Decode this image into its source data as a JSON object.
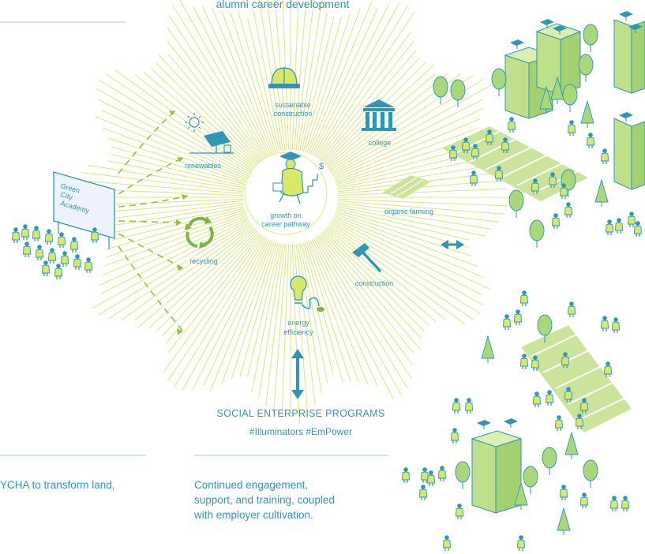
{
  "header": {
    "text": "alumni career development"
  },
  "hub": {
    "line1": "growth on",
    "line2": "career pathway"
  },
  "spokes": [
    {
      "id": "sustainable-construction",
      "line1": "sustainable",
      "line2": "construction"
    },
    {
      "id": "college",
      "line1": "college",
      "line2": ""
    },
    {
      "id": "renewables",
      "line1": "renewables",
      "line2": ""
    },
    {
      "id": "organic-farming",
      "line1": "organic farming",
      "line2": ""
    },
    {
      "id": "recycling",
      "line1": "recycling",
      "line2": ""
    },
    {
      "id": "construction",
      "line1": "construction",
      "line2": ""
    },
    {
      "id": "energy-efficiency",
      "line1": "energy",
      "line2": "efficiency"
    }
  ],
  "academy_sign": {
    "lines": [
      "Green",
      "City",
      "Academy"
    ]
  },
  "programs": {
    "title": "SOCIAL ENTERPRISE PROGRAMS",
    "tags": "#Illuminators #EmPower"
  },
  "captions": {
    "left": "YCHA to transform land,",
    "middle": [
      "Continued engagement,",
      "support, and training, coupled",
      "with employer cultivation."
    ]
  },
  "colors": {
    "accent": "#2f96b4",
    "lime": "#cde25d",
    "ray": "#dbe98a",
    "green": "#7ab547",
    "light_green": "#bfe08a"
  }
}
